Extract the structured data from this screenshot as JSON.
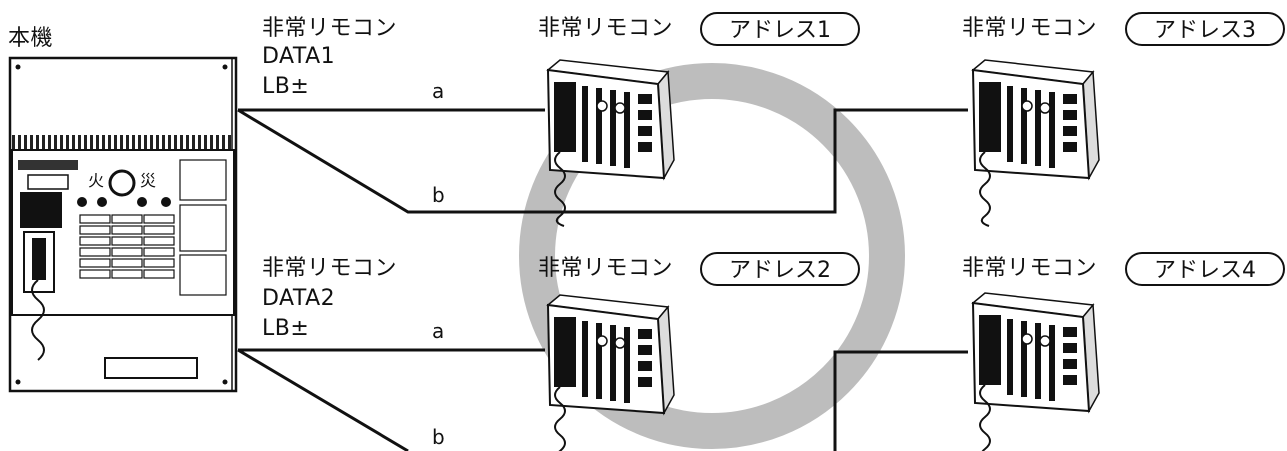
{
  "main_unit": {
    "label": "本機",
    "panel_kanji_left": "火",
    "panel_kanji_right": "災"
  },
  "line1": {
    "remote_label": "非常リモコン",
    "data_label": "DATA1",
    "lb_label": "LB±",
    "wire_a": "a",
    "wire_b": "b"
  },
  "line2": {
    "remote_label": "非常リモコン",
    "data_label": "DATA2",
    "lb_label": "LB±",
    "wire_a": "a",
    "wire_b": "b"
  },
  "remotes": [
    {
      "label": "非常リモコン",
      "address": "アドレス1"
    },
    {
      "label": "非常リモコン",
      "address": "アドレス3"
    },
    {
      "label": "非常リモコン",
      "address": "アドレス2"
    },
    {
      "label": "非常リモコン",
      "address": "アドレス4"
    }
  ],
  "colors": {
    "ring": "#bdbdbd",
    "line": "#111111"
  }
}
